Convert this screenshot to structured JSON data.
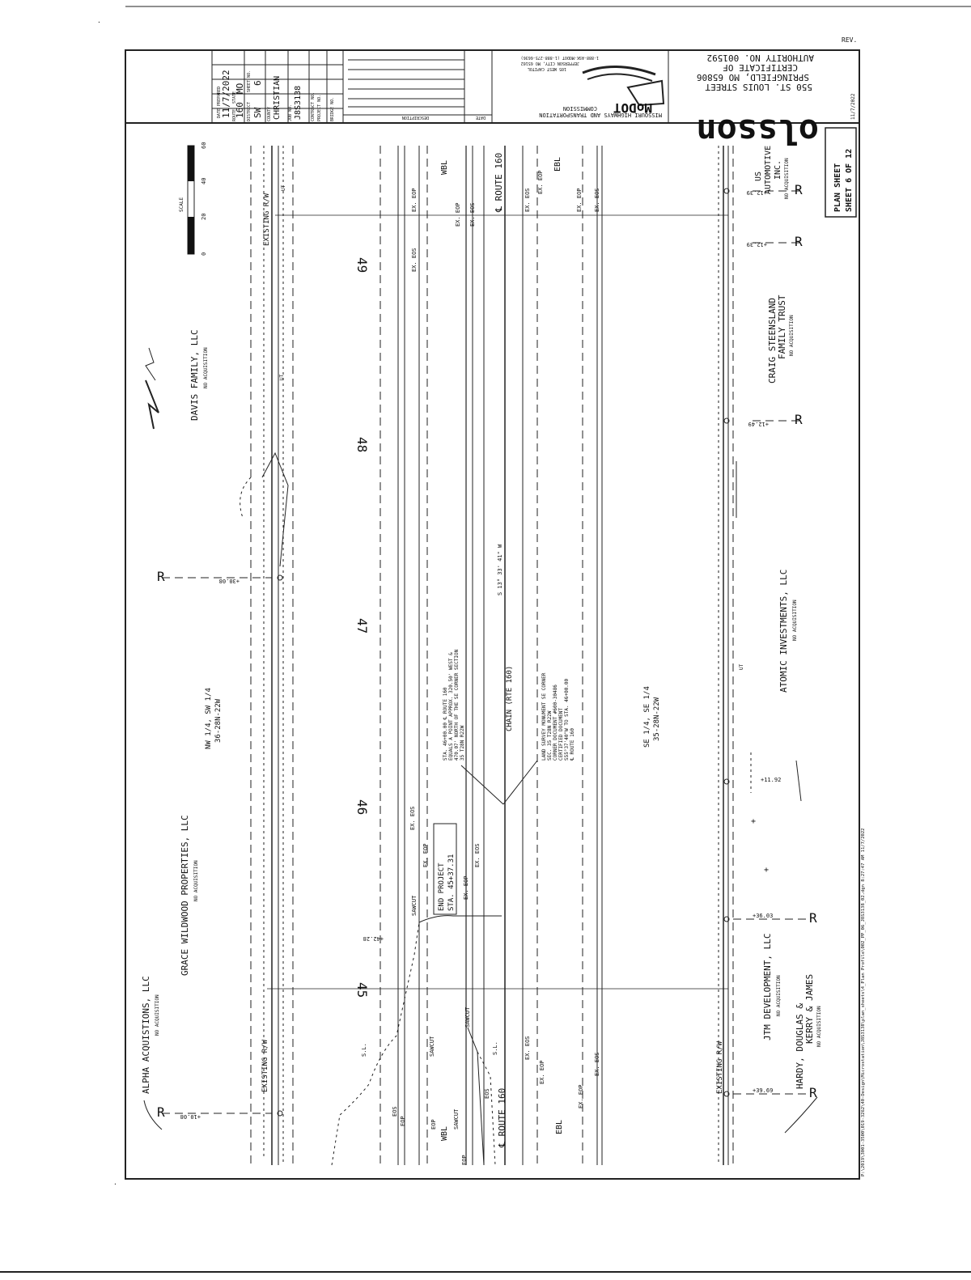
{
  "title_block": {
    "revision": "REV.",
    "date_prepared": "11/7/2022",
    "route": "160",
    "state": "MO",
    "district": "SW",
    "sheet_no": "6",
    "county": "CHRISTIAN",
    "job_no": "J8S3138",
    "contract_label": "CONTRACT NO.",
    "project_label": "PROJECT NO.",
    "bridge_label": "BRIDGE NO.",
    "date_label": "DATE",
    "description_label": "DESCRIPTION",
    "date_prepared_label": "DATE PREPARED",
    "route_label": "ROUTE",
    "state_label": "STATE",
    "district_label": "DISTRICT",
    "sheet_label": "SHEET NO.",
    "county_label": "COUNTY",
    "job_label": "JOB NO."
  },
  "agency": {
    "name": "MISSOURI HIGHWAYS AND TRANSPORTATION",
    "commission": "COMMISSION",
    "address1": "105 WEST CAPITOL",
    "address2": "JEFFERSON CITY, MO 65102",
    "phone": "1-888-ASK-MODOT (1-888-275-6636)",
    "logo": "MoDOT"
  },
  "firm": {
    "name": "olsson",
    "street": "550 ST. LOUIS STREET",
    "city": "SPRINGFIELD, MO 65806",
    "cert1": "CERTIFICATE OF",
    "cert2": "AUTHORITY NO. 001592",
    "date": "11/7/2022"
  },
  "plan_sheet": {
    "title": "PLAN SHEET",
    "sheet": "SHEET 6 OF 12"
  },
  "file_path": "P:\\2019\\3001-3500\\019-3262\\40-Design\\Microstation\\J8S3138\\plan_sheets\\4_Plan Profile\\002_PP_06_J8S3138_02.dgn   8:27:47 AM   11/7/2022",
  "scale": {
    "label": "SCALE",
    "ticks": [
      "0",
      "20",
      "40",
      "60"
    ]
  },
  "stations": [
    "45",
    "46",
    "47",
    "48",
    "49"
  ],
  "owners": {
    "davis": {
      "name": "DAVIS FAMILY, LLC",
      "note": "NO ACQUISITION"
    },
    "grace": {
      "name": "GRACE WILDWOOD PROPERTIES, LLC",
      "note": "NO ACQUISITION"
    },
    "alpha": {
      "name": "ALPHA ACQUISTIONS, LLC",
      "note": "NO ACQUISITION"
    },
    "us_auto": {
      "line1": "US",
      "line2": "AUTOMOTIVE",
      "line3": "INC.",
      "note": "NO ACQUISITION"
    },
    "craig": {
      "line1": "CRAIG STEENSLAND",
      "line2": "FAMILY TRUST",
      "note": "NO ACQUISITION"
    },
    "atomic": {
      "name": "ATOMIC INVESTMENTS, LLC",
      "note": "NO ACQUISITION"
    },
    "jtm": {
      "name": "JTM DEVELOPMENT, LLC",
      "note": "NO ACQUISITION"
    },
    "hardy": {
      "line1": "HARDY, DOUGLAS &",
      "line2": "KERRY & JAMES",
      "note": "NO ACQUISITION"
    }
  },
  "quarters": {
    "nw": {
      "line1": "NW 1/4, SW 1/4",
      "line2": "36-28N-22W"
    },
    "se": {
      "line1": "SE 1/4, SE 1/4",
      "line2": "35-28N-22W"
    }
  },
  "labels": {
    "existing_rw": "EXISTING R/W",
    "existing_rw2": "EXISTING R/W",
    "ex_eos": "EX. EOS",
    "ex_eop": "EX. EOP",
    "wbl": "WBL",
    "ebl": "EBL",
    "route160": "℄ ROUTE 160",
    "route160b": "℄ ROUTE 160",
    "bearing": "S 13° 33' 41\" W",
    "chain": "CHAIN (RTE 160)",
    "sawcut": "SAWCUT",
    "eos": "EOS",
    "eop": "EOP",
    "sl": "S.L.",
    "ut": "UT",
    "end_project": "END PROJECT",
    "end_station": "STA. 45+37.31",
    "note_sta": [
      "STA. 46+00.00 ℄ ROUTE 160",
      "EQUALS A POINT APPROX. 320.50' WEST &",
      "470.07' NORTH OF THE SE CORNER SECTION",
      "35 T28N R22W"
    ],
    "note_land": [
      "LAND SURVEY MONUMENT SE CORNER",
      "SEC. 35 T28N R22W",
      "CORNER DOCUMENT #600-30486",
      "CERTIFIED DOCUMENT",
      "S55°37'40\"W TO STA. 46+00.00",
      "℄ ROUTE 160"
    ],
    "rw_marks": [
      "+12.39",
      "+12.39",
      "+12.49",
      "+11.92",
      "+36.03",
      "+39.69",
      "+30.08",
      "+42.28",
      "+10.08"
    ]
  }
}
